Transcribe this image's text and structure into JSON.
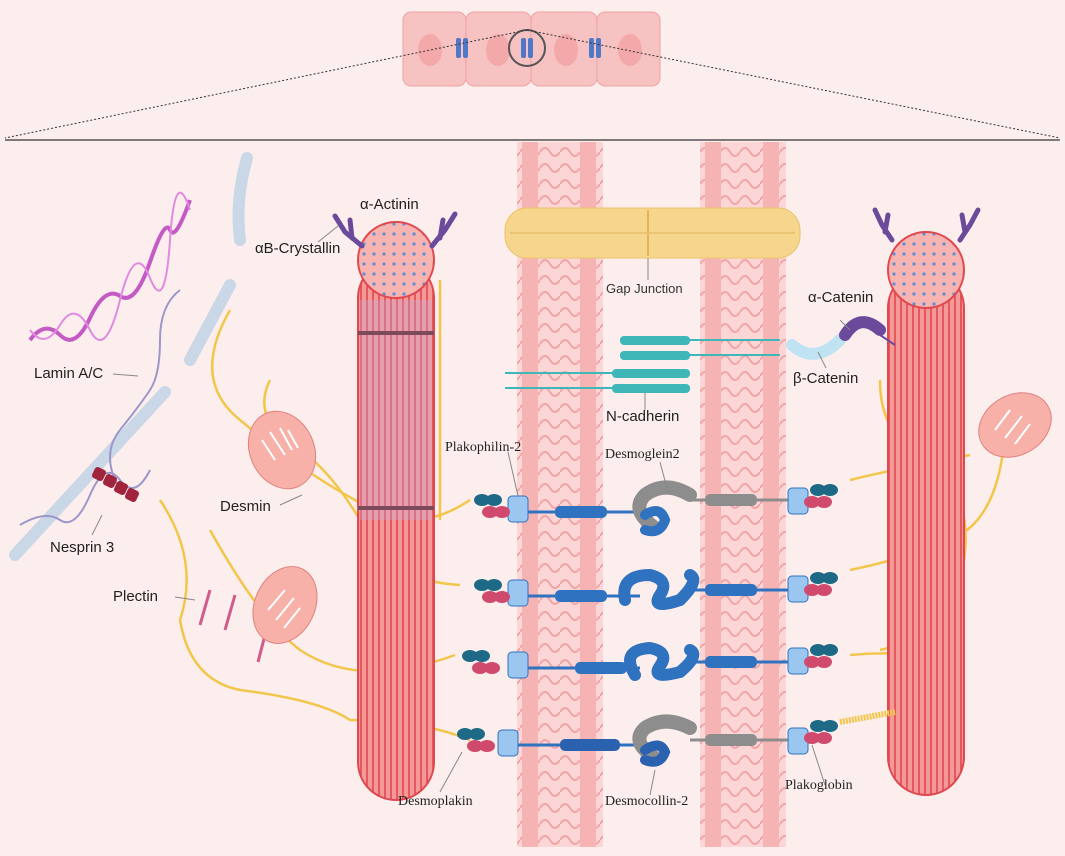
{
  "labels": {
    "alpha_actinin": "α-Actinin",
    "ab_crystallin": "αB-Crystallin",
    "gap_junction": "Gap Junction",
    "alpha_catenin": "α-Catenin",
    "beta_catenin": "β-Catenin",
    "lamin": "Lamin A/C",
    "n_cadherin": "N-cadherin",
    "plakophilin": "Plakophilin-2",
    "desmoglein": "Desmoglein2",
    "desmin": "Desmin",
    "nesprin": "Nesprin 3",
    "plectin": "Plectin",
    "desmoplakin": "Desmoplakin",
    "desmocollin": "Desmocollin-2",
    "plakoglobin": "Plakoglobin"
  },
  "colors": {
    "background": "#fdeeee",
    "myofibril": "#f08585",
    "myofibril_stroke": "#e0484f",
    "desmin": "#f2c64a",
    "cadherin_blue": "#2f72c0",
    "plakophilin": "#9bc6ef",
    "plakoglobin_red": "#d04a6d",
    "plakoglobin_teal": "#1e6a86",
    "ncadherin_teal": "#3fb7b8",
    "gap_junction": "#f6d58d",
    "catenin_purple": "#6b4a9c",
    "mitochondria": "#f7b1a8",
    "lamin_purple": "#c45ac4",
    "desmoglein_grey": "#8d8d8d"
  }
}
